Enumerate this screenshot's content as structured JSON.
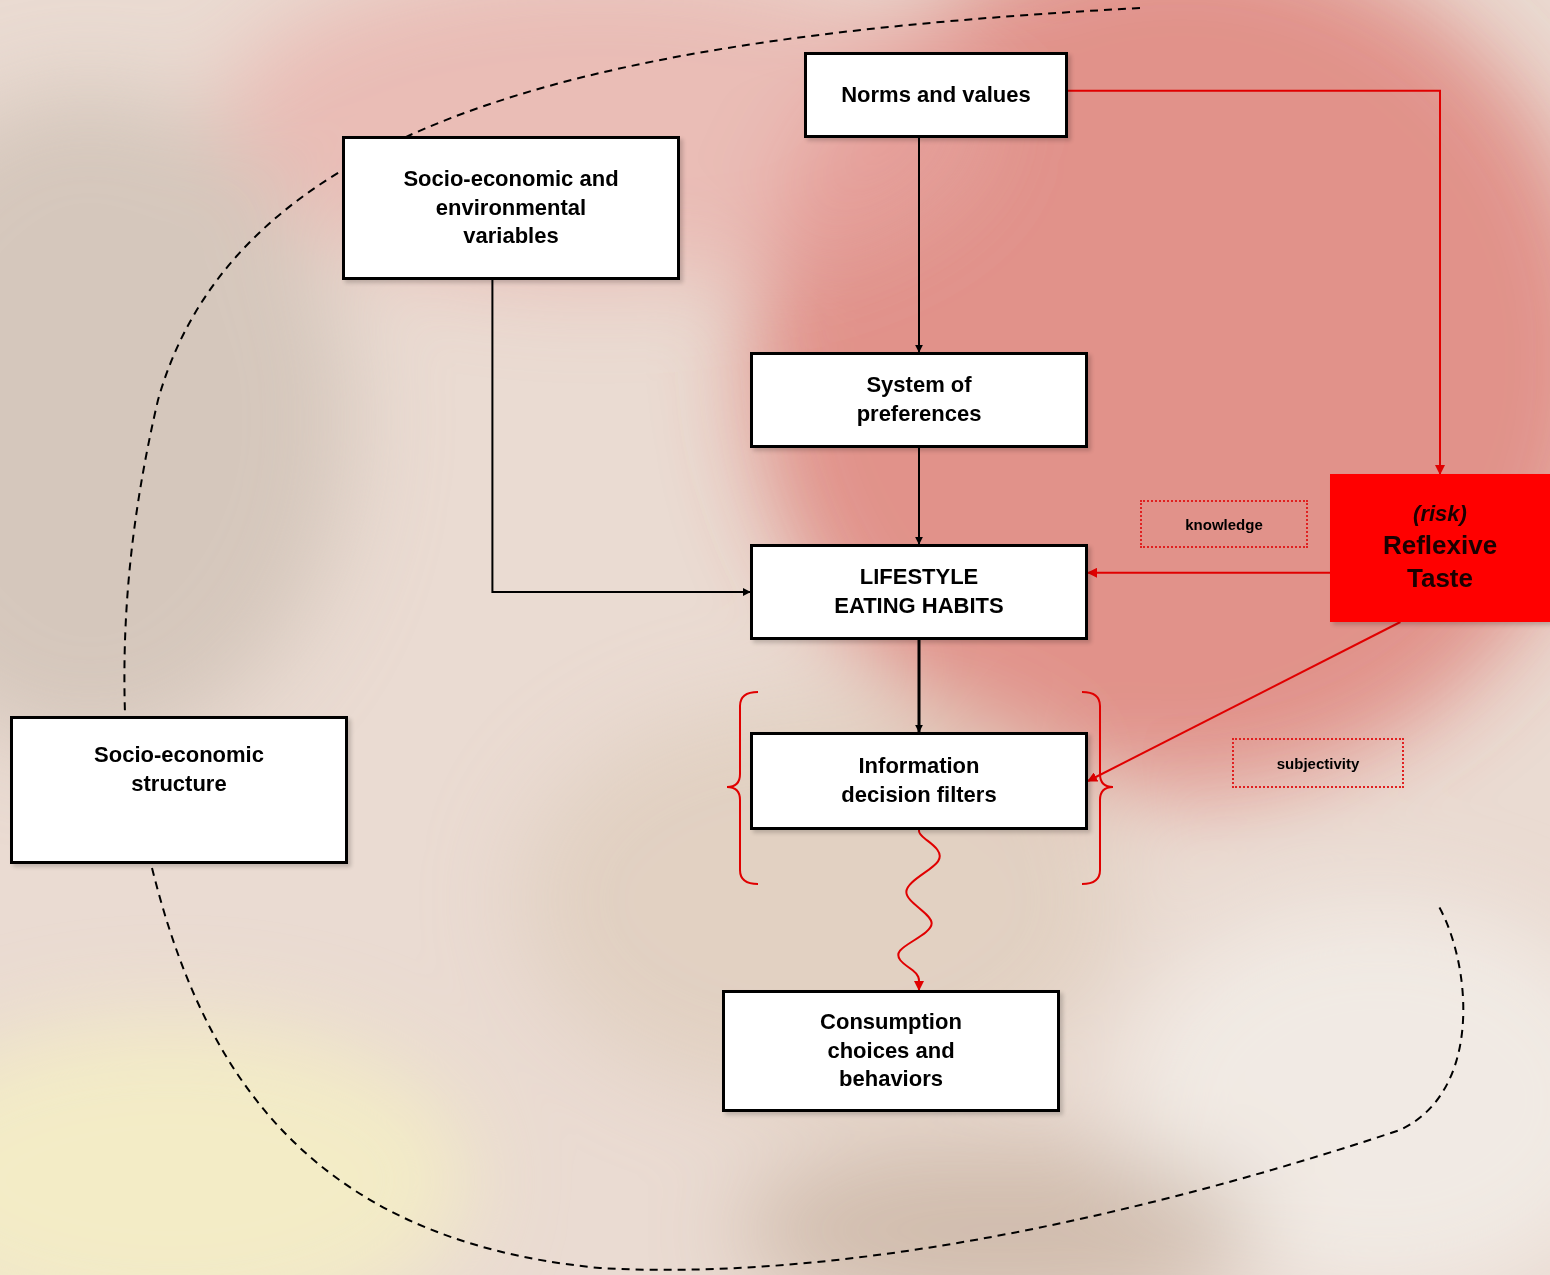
{
  "diagram": {
    "nodes": [
      {
        "text": [
          "Norms and values"
        ]
      },
      {
        "text": [
          "Socio-economic and environmental variables"
        ]
      },
      {
        "text": [
          "System of preferences"
        ]
      },
      {
        "text": [
          "LIFESTYLE EATING HABITS"
        ]
      },
      {
        "text": [
          "(risk)",
          "Reflexive Taste"
        ]
      },
      {
        "text": [
          "Information decision filters"
        ]
      },
      {
        "text": [
          "Socio-economic structure"
        ]
      },
      {
        "text": [
          "Consumption choices and behaviors"
        ]
      }
    ],
    "edges": [
      {
        "from": 0,
        "to": 2,
        "arrow": "to"
      },
      {
        "from": 0,
        "to": 4,
        "arrow": "to"
      },
      {
        "from": 1,
        "to": 3,
        "arrow": "to"
      },
      {
        "from": 2,
        "to": 3,
        "arrow": "to"
      },
      {
        "from": 4,
        "to": 3,
        "label": "knowledge",
        "arrow": "to"
      },
      {
        "from": 3,
        "to": 5,
        "arrow": "to"
      },
      {
        "from": 4,
        "to": 5,
        "label": "subjectivity",
        "arrow": "to"
      },
      {
        "from": 5,
        "to": 7,
        "arrow": "to"
      }
    ]
  }
}
